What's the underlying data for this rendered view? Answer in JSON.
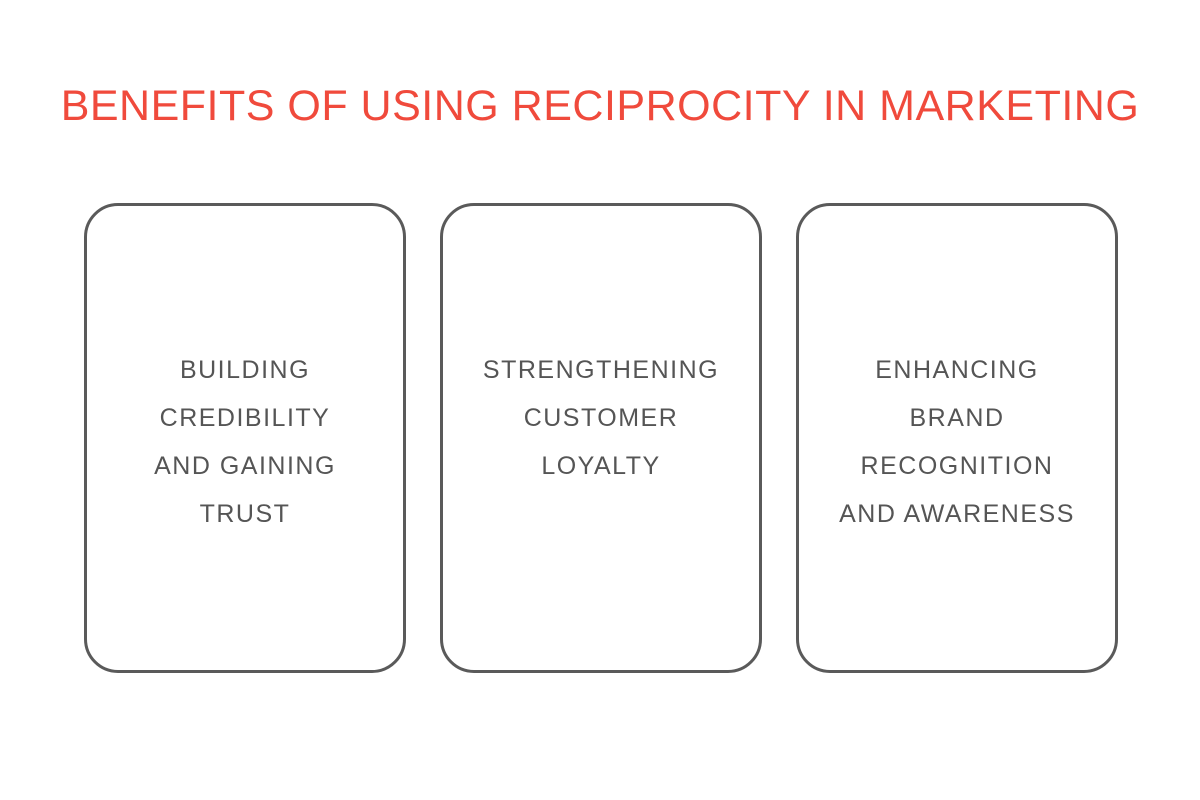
{
  "title": "BENEFITS OF USING RECIPROCITY IN MARKETING",
  "colors": {
    "title": "#f04a3c",
    "card_border": "#5a5a5a",
    "card_text": "#555555",
    "background": "#ffffff"
  },
  "cards": [
    {
      "text": "BUILDING\nCREDIBILITY\nAND GAINING\nTRUST"
    },
    {
      "text": "STRENGTHENING\nCUSTOMER\nLOYALTY"
    },
    {
      "text": "ENHANCING\nBRAND\nRECOGNITION\nAND AWARENESS"
    }
  ]
}
